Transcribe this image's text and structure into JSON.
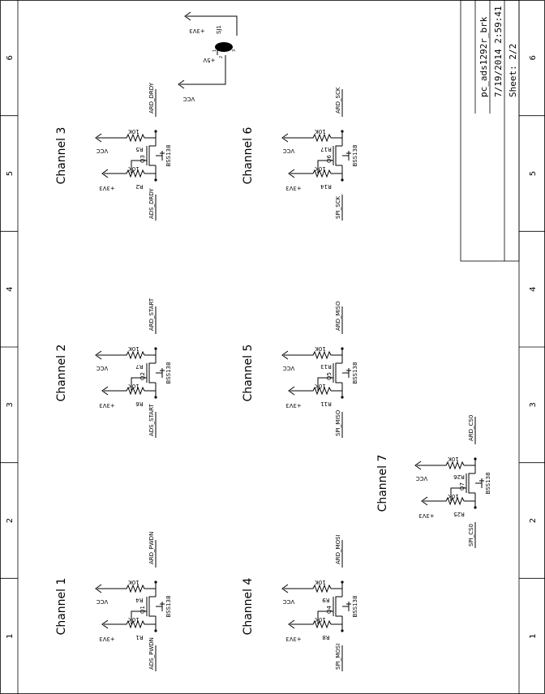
{
  "border": {
    "columns": [
      "1",
      "2",
      "3",
      "4",
      "5",
      "6"
    ]
  },
  "title_block": {
    "filename": "pc_ads1292r_brk",
    "date": "7/19/2014 2:59:41",
    "sheet": "Sheet: 2/2"
  },
  "power": {
    "sj1_name": "SJ1",
    "pins": [
      "1",
      "2",
      "3"
    ],
    "p3v3": "+3V3",
    "p5v": "+5V",
    "vcc": "VCC"
  },
  "channels": [
    {
      "title": "Channel 1",
      "q": "Q1",
      "pu_low": "R1",
      "pu_high": "R4",
      "r_value": "10K",
      "part": "BSS138",
      "net_low": "ADS_PWDN",
      "net_high": "ARD_PWDN",
      "low_supply": "+3V3",
      "high_supply": "VCC"
    },
    {
      "title": "Channel 2",
      "q": "Q2",
      "pu_low": "R6",
      "pu_high": "R7",
      "r_value": "10K",
      "part": "BSS138",
      "net_low": "ADS_START",
      "net_high": "ARD_START",
      "low_supply": "+3V3",
      "high_supply": "VCC"
    },
    {
      "title": "Channel 3",
      "q": "Q3",
      "pu_low": "R2",
      "pu_high": "R5",
      "r_value": "10K",
      "part": "BSS138",
      "net_low": "ADS_DRDY",
      "net_high": "ARD_DRDY",
      "low_supply": "+3V3",
      "high_supply": "VCC"
    },
    {
      "title": "Channel 4",
      "q": "Q4",
      "pu_low": "R8",
      "pu_high": "R9",
      "r_value": "10K",
      "part": "BSS138",
      "net_low": "SPI_MOSI",
      "net_high": "ARD_MOSI",
      "low_supply": "+3V3",
      "high_supply": "VCC"
    },
    {
      "title": "Channel 5",
      "q": "Q5",
      "pu_low": "R11",
      "pu_high": "R13",
      "r_value": "10K",
      "part": "BSS138",
      "net_low": "SPI_MISO",
      "net_high": "ARD_MISO",
      "low_supply": "+3V3",
      "high_supply": "VCC"
    },
    {
      "title": "Channel 6",
      "q": "Q6",
      "pu_low": "R14",
      "pu_high": "R17",
      "r_value": "10K",
      "part": "BSS138",
      "net_low": "SPI_SCK",
      "net_high": "ARD_SCK",
      "low_supply": "+3V3",
      "high_supply": "VCC"
    },
    {
      "title": "Channel 7",
      "q": "Q7",
      "pu_low": "R25",
      "pu_high": "R26",
      "r_value": "10K",
      "part": "BSS138",
      "net_low": "SPI_CS0",
      "net_high": "ARD_CS0",
      "low_supply": "+3V3",
      "high_supply": "VCC"
    }
  ]
}
